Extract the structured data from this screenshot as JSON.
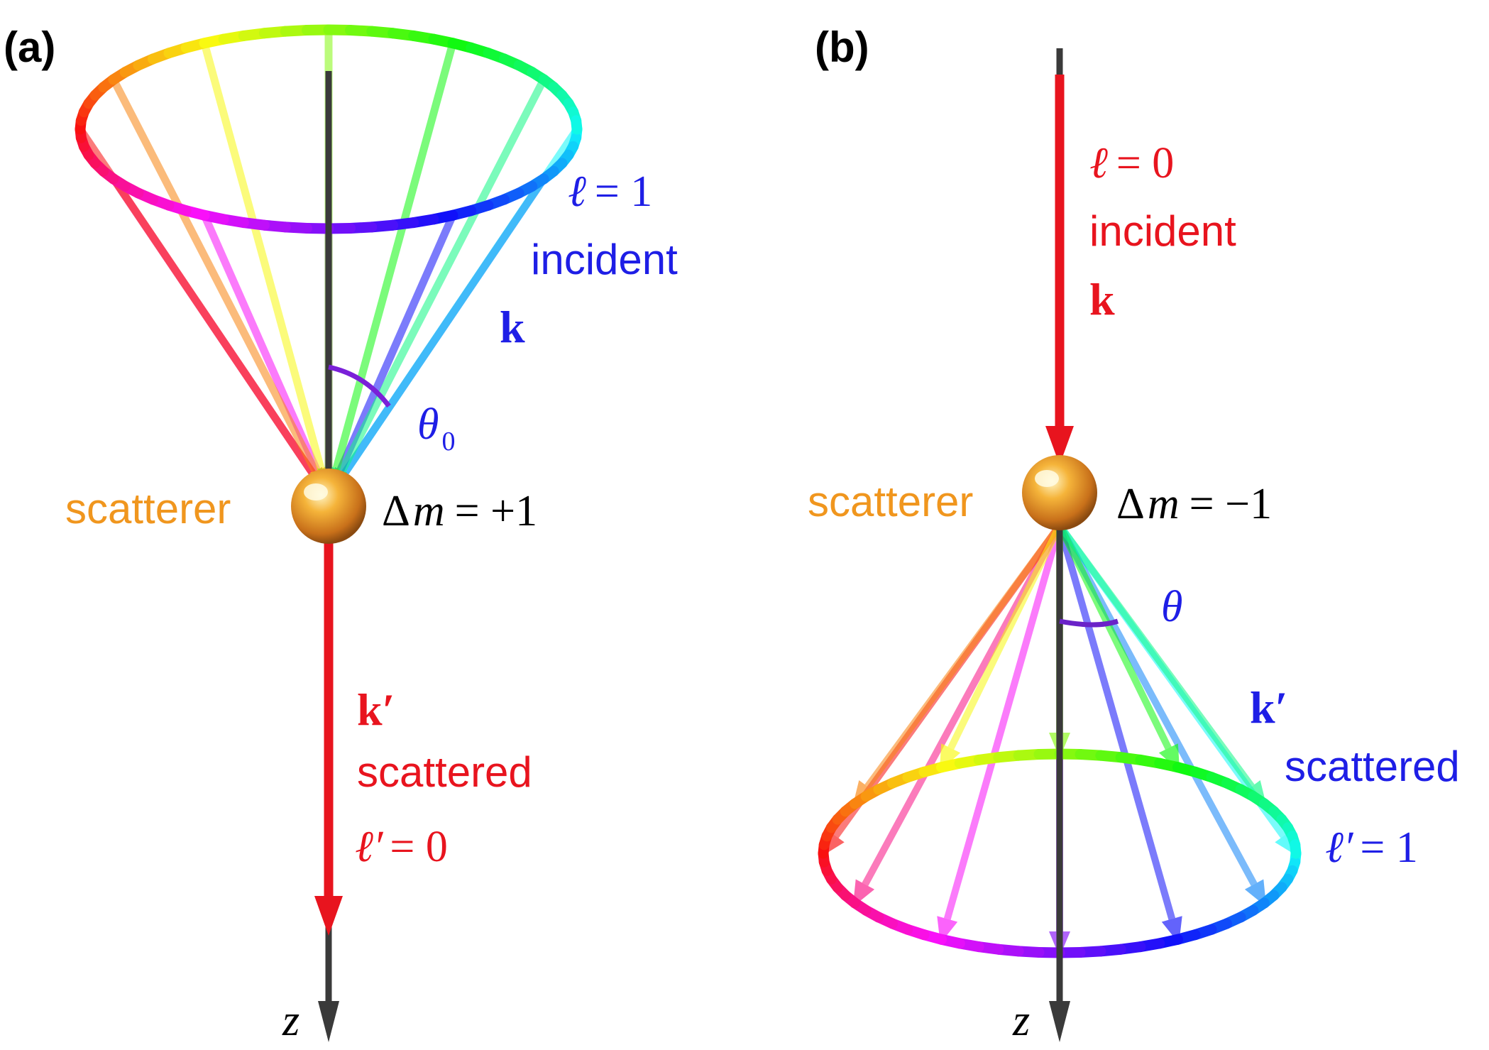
{
  "panels": [
    {
      "id": "a",
      "label": "(a)",
      "ell_symbol": "ℓ",
      "ell_value": "= 1",
      "incident_word": "incident",
      "k_symbol": "k",
      "theta_symbol": "θ",
      "theta_subscript": "0",
      "scatterer_word": "scatterer",
      "delta_m_prefix": "Δ",
      "delta_m_var": "m",
      "delta_m_value": "= +1",
      "kprime_symbol": "k′",
      "scattered_word": "scattered",
      "ellprime_symbol": "ℓ′",
      "ellprime_value": "= 0",
      "axis_label": "z"
    },
    {
      "id": "b",
      "label": "(b)",
      "ell_symbol": "ℓ",
      "ell_value": "= 0",
      "incident_word": "incident",
      "k_symbol": "k",
      "theta_symbol": "θ",
      "scatterer_word": "scatterer",
      "delta_m_prefix": "Δ",
      "delta_m_var": "m",
      "delta_m_value": "= −1",
      "kprime_symbol": "k′",
      "scattered_word": "scattered",
      "ellprime_symbol": "ℓ′",
      "ellprime_value": "= 1",
      "axis_label": "z"
    }
  ],
  "colors": {
    "axis": "#3a3a3a",
    "red": "#e8141e",
    "blue": "#1e1ee6",
    "orange": "#f0961e",
    "black": "#000000"
  }
}
